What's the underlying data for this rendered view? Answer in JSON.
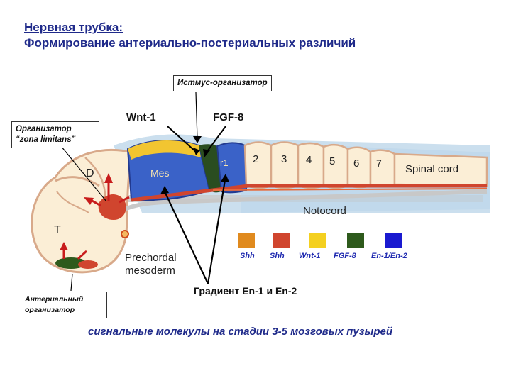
{
  "title": {
    "line1": "Нервная трубка:",
    "line2": "Формирование антериально-постериальных различий"
  },
  "labels": {
    "isthmus": "Истмус-организатор",
    "zona_line1": "Организатор",
    "zona_line2": "“zona limitans”",
    "anterior_line1": "Антериальный",
    "anterior_line2": "организатор",
    "wnt1": "Wnt-1",
    "fgf8": "FGF-8",
    "gradient": "Градиент En-1 и En-2",
    "notocord": "Notocord",
    "prechordal_line1": "Prechordal",
    "prechordal_line2": "mesoderm",
    "spinal_cord": "Spinal cord",
    "region_D": "D",
    "region_T": "T",
    "region_mes": "Mes",
    "segments": [
      "r1",
      "2",
      "3",
      "4",
      "5",
      "6",
      "7"
    ]
  },
  "legend": [
    {
      "label": "Shh",
      "color": "#e08a1e"
    },
    {
      "label": "Shh",
      "color": "#d0452e"
    },
    {
      "label": "Wnt-1",
      "color": "#f4d020"
    },
    {
      "label": "FGF-8",
      "color": "#2e5a1c"
    },
    {
      "label": "En-1/En-2",
      "color": "#1a1ad0"
    }
  ],
  "caption": "сигнальные молекулы на стадии 3-5 мозговых пузырей"
}
